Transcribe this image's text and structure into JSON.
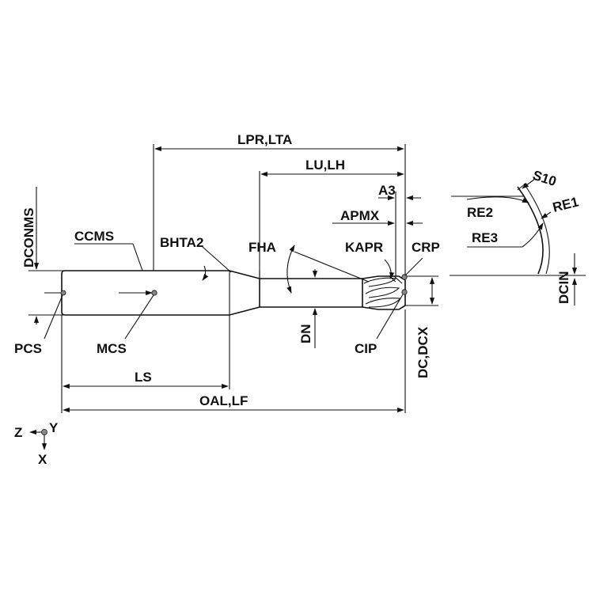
{
  "labels": {
    "lpr_lta": "LPR,LTA",
    "lu_lh": "LU,LH",
    "a3": "A3",
    "apmx": "APMX",
    "s10": "S10",
    "re2": "RE2",
    "re1": "RE1",
    "re3": "RE3",
    "dconms": "DCONMS",
    "ccms": "CCMS",
    "bhta2": "BHTA2",
    "fha": "FHA",
    "kapr": "KAPR",
    "crp": "CRP",
    "dcin": "DCIN",
    "pcs": "PCS",
    "mcs": "MCS",
    "dn": "DN",
    "cip": "CIP",
    "dc_dcx": "DC,DCX",
    "ls": "LS",
    "oal_lf": "OAL,LF",
    "axis_z": "Z",
    "axis_y": "Y",
    "axis_x": "X"
  },
  "colors": {
    "line": "#111111",
    "marker": "#888888",
    "background": "#ffffff"
  }
}
